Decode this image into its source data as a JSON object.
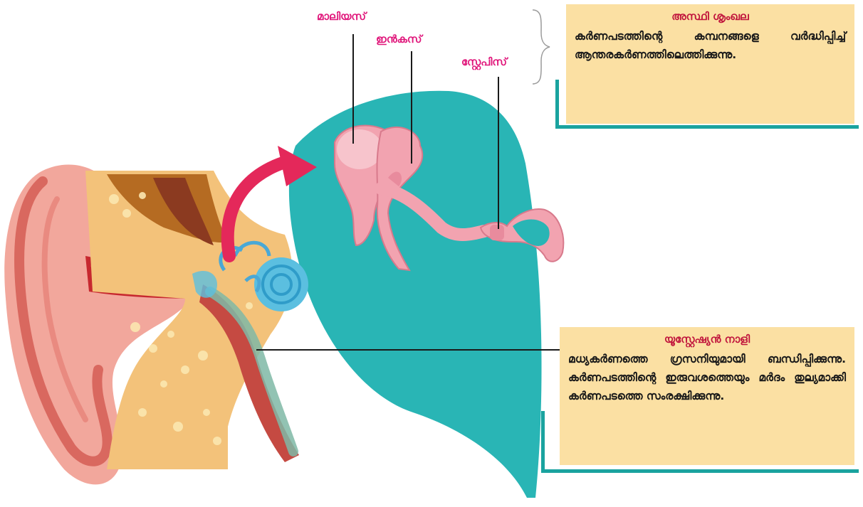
{
  "labels": {
    "malleus": "മാലിയസ്",
    "incus": "ഇൻകസ്",
    "stapes": "സ്റ്റേപിസ്"
  },
  "ossicles_box": {
    "title": "അസ്ഥി ശൃംഖല",
    "body": "കർണപടത്തിന്റെ കമ്പനങ്ങളെ വർദ്ധിപ്പിച്ച് ആന്തരകർണത്തിലെത്തിക്കുന്നു."
  },
  "eustachian_box": {
    "title": "യൂസ്റ്റേഷ്യൻ നാളി",
    "body": "മധ്യകർണത്തെ ഗ്രസനിയുമായി ബന്ധിപ്പിക്കുന്നു. കർണപടത്തിന്റെ ഇരുവശത്തെയും മർദം തുല്യമാക്കി കർണപടത്തെ സംരക്ഷിക്കുന്നു."
  },
  "colors": {
    "teal": "#29b5b5",
    "magenta_label": "#e0157a",
    "box_fill": "#fbe0a3",
    "box_title": "#c0143c",
    "arrow": "#e4285a",
    "bone": "#f2a3b0"
  }
}
